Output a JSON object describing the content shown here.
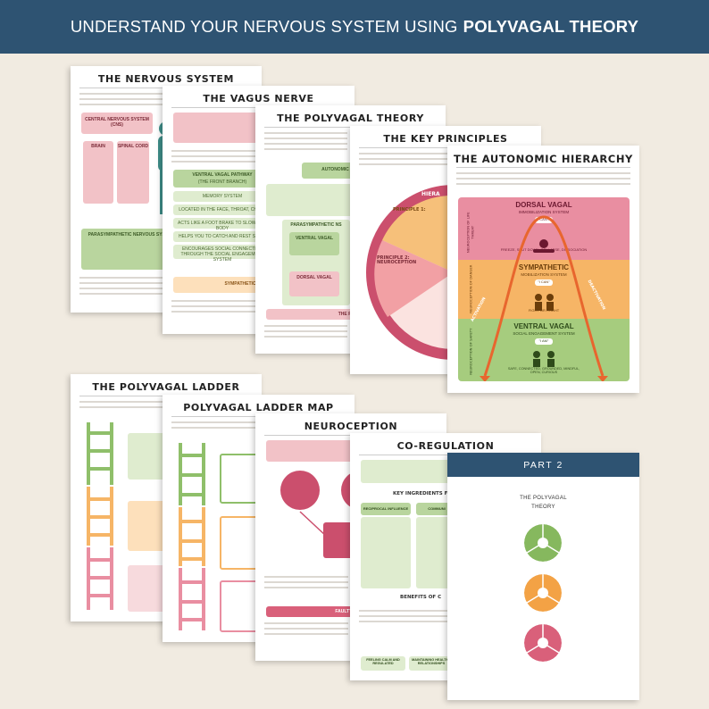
{
  "banner": {
    "prefix": "UNDERSTAND YOUR NERVOUS SYSTEM USING",
    "bold": "POLYVAGAL THEORY"
  },
  "pages": {
    "nervous_system": {
      "title": "THE NERVOUS SYSTEM",
      "central": "CENTRAL NERVOUS SYSTEM (CNS)",
      "brain": "BRAIN",
      "spinal": "SPINAL CORD",
      "parasympathetic": "PARASYMPATHETIC NERVOUS SYSTEM"
    },
    "vagus_nerve": {
      "title": "THE VAGUS NERVE",
      "ventral_pathway": "VENTRAL VAGAL PATHWAY",
      "front_branch": "(THE FRONT BRANCH)",
      "items": [
        "MEMORY SYSTEM",
        "LOCATED IN THE FACE, THROAT, CHEST",
        "ACTS LIKE A FOOT BRAKE TO SLOW OUR BODY",
        "HELPS YOU TO CATCH AND REST STATE",
        "ENCOURAGES SOCIAL CONNECTION THROUGH THE SOCIAL ENGAGEMENT SYSTEM"
      ],
      "sympathetic": "SYMPATHETIC"
    },
    "polyvagal_theory": {
      "title": "THE POLYVAGAL THEORY",
      "autonomic": "AUTONOMIC N",
      "para": "PARASYMPATHETIC NS",
      "ventral": "VENTRAL VAGAL",
      "dorsal": "DORSAL VAGAL",
      "the_poly": "THE POLY"
    },
    "key_principles": {
      "title": "THE KEY PRINCIPLES",
      "hierarchy": "HIERA",
      "principle1": "PRINCIPLE 1:",
      "principle2": "PRINCIPLE 2: NEUROCEPTION",
      "neuroception_arc": "NEUROCEPTION"
    },
    "autonomic_hierarchy": {
      "title": "THE AUTONOMIC HIERARCHY",
      "dorsal": {
        "name": "DORSAL VAGAL",
        "sub": "IMMOBILIZATION SYSTEM",
        "tag": "\"I CAN'T\"",
        "note": "FREEZE, SHUT DOWN, COLLAPSE, DISSOCIATION",
        "side": "NEUROCEPTION OF LIFE THREAT"
      },
      "sympathetic": {
        "name": "SYMPATHETIC",
        "sub": "MOBILIZATION SYSTEM",
        "tag": "\"I CAN\"",
        "note": "FIGHT OR FLIGHT",
        "side": "NEUROCEPTION OF DANGER"
      },
      "ventral": {
        "name": "VENTRAL VAGAL",
        "sub": "SOCIAL ENGAGEMENT SYSTEM",
        "tag": "\"I AM\"",
        "note": "SAFE, CONNECTED, GROUNDED, MINDFUL, OPEN, CURIOUS",
        "side": "NEUROCEPTION OF SAFETY"
      },
      "activation": "ACTIVATION",
      "deactivation": "DEACTIVATION"
    },
    "ladder": {
      "title": "THE POLYVAGAL LADDER"
    },
    "ladder_map": {
      "title": "POLYVAGAL LADDER MAP"
    },
    "neuroception": {
      "title": "NEUROCEPTION",
      "faulty": "FAULTY NE"
    },
    "co_regulation": {
      "title": "CO-REGULATION",
      "ingredients": "KEY INGREDIENTS FO",
      "reciprocal": "RECIPROCAL INFLUENCE",
      "commun": "COMMUNI",
      "benefits": "BENEFITS OF C",
      "footer_items": [
        "FEELING CALM AND REGULATED",
        "MAINTAINING HEALTHY RELATIONSHIPS"
      ]
    },
    "part2": {
      "header": "PART 2",
      "title_line1": "THE POLYVAGAL",
      "title_line2": "THEORY"
    }
  },
  "colors": {
    "banner": "#2e5372",
    "pink": "#d9607a",
    "green": "#7da85a",
    "orange": "#f3a245",
    "background": "#f1ebe1"
  }
}
